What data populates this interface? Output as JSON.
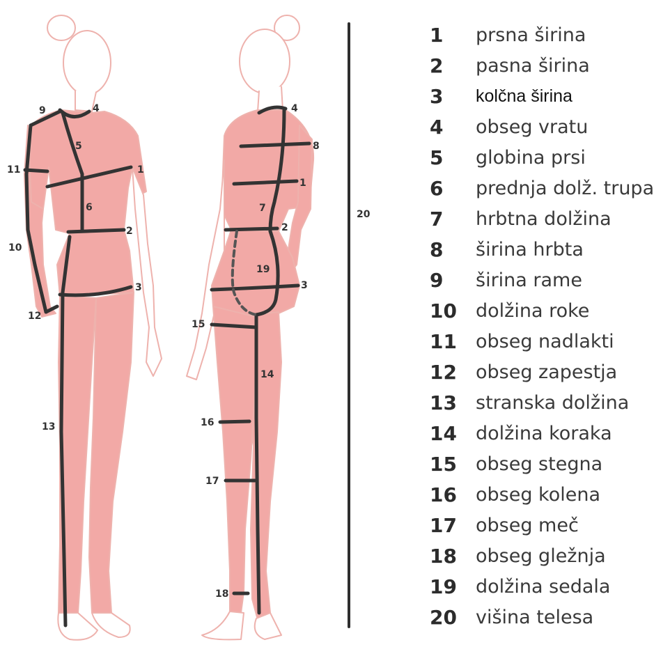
{
  "diagram": {
    "front_labels": [
      {
        "key": "f9",
        "text": "9"
      },
      {
        "key": "f4",
        "text": "4"
      },
      {
        "key": "f5",
        "text": "5"
      },
      {
        "key": "f11",
        "text": "11"
      },
      {
        "key": "f1",
        "text": "1"
      },
      {
        "key": "f6",
        "text": "6"
      },
      {
        "key": "f2",
        "text": "2"
      },
      {
        "key": "f10",
        "text": "10"
      },
      {
        "key": "f3",
        "text": "3"
      },
      {
        "key": "f12",
        "text": "12"
      },
      {
        "key": "f13",
        "text": "13"
      }
    ],
    "side_labels": [
      {
        "key": "s4",
        "text": "4"
      },
      {
        "key": "s8",
        "text": "8"
      },
      {
        "key": "s1",
        "text": "1"
      },
      {
        "key": "s7",
        "text": "7"
      },
      {
        "key": "s2",
        "text": "2"
      },
      {
        "key": "s19",
        "text": "19"
      },
      {
        "key": "s3",
        "text": "3"
      },
      {
        "key": "s15",
        "text": "15"
      },
      {
        "key": "s14",
        "text": "14"
      },
      {
        "key": "s16",
        "text": "16"
      },
      {
        "key": "s17",
        "text": "17"
      },
      {
        "key": "s18",
        "text": "18"
      }
    ],
    "height_label": "20",
    "colors": {
      "body": "#f2a9a6",
      "outline": "#f0b8b3",
      "line": "#333333",
      "scale_bar": "#2e2e2e"
    }
  },
  "legend": {
    "items": [
      {
        "number": "1",
        "label": "prsna širina"
      },
      {
        "number": "2",
        "label": "pasna širina"
      },
      {
        "number": "3",
        "label": "kolčna širina"
      },
      {
        "number": "4",
        "label": "obseg vratu"
      },
      {
        "number": "5",
        "label": "globina prsi"
      },
      {
        "number": "6",
        "label": "prednja dolž. trupa"
      },
      {
        "number": "7",
        "label": "hrbtna dolžina"
      },
      {
        "number": "8",
        "label": "širina hrbta"
      },
      {
        "number": "9",
        "label": "širina rame"
      },
      {
        "number": "10",
        "label": "dolžina roke"
      },
      {
        "number": "11",
        "label": "obseg nadlakti"
      },
      {
        "number": "12",
        "label": "obseg zapestja"
      },
      {
        "number": "13",
        "label": "stranska dolžina"
      },
      {
        "number": "14",
        "label": "dolžina koraka"
      },
      {
        "number": "15",
        "label": "obseg stegna"
      },
      {
        "number": "16",
        "label": "obseg kolena"
      },
      {
        "number": "17",
        "label": "obseg meč"
      },
      {
        "number": "18",
        "label": "obseg gležnja"
      },
      {
        "number": "19",
        "label": "dolžina sedala"
      },
      {
        "number": "20",
        "label": "višina telesa"
      }
    ]
  }
}
